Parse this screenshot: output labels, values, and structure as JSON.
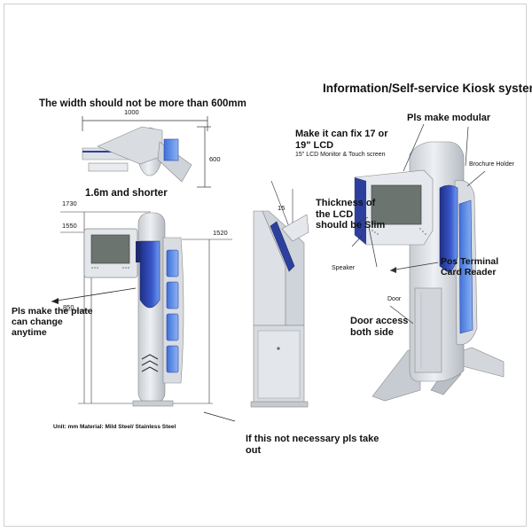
{
  "title": "Information/Self-service Kiosk system",
  "notes": {
    "width": "The width should not be more than 600mm",
    "height": "1.6m and shorter",
    "lcd_line1": "Make it can fix 17 or",
    "lcd_line2": "19\" LCD",
    "lcd_spec": "15\" LCD Monitor & Touch screen",
    "modular": "Pls make modular",
    "brochure": "Brochure Holder",
    "thickness_line1": "Thickness of",
    "thickness_line2": "the LCD",
    "thickness_line3": "should be Slim",
    "speaker": "Speaker",
    "reader_line1": "Pos Terminal",
    "reader_line2": "Card Reader",
    "door": "Door",
    "door_access_line1": "Door access",
    "door_access_line2": "both side",
    "plate_line1": "Pls make the plate",
    "plate_line2": "can change",
    "plate_line3": "anytime",
    "unit": "Unit: mm  Material: Mild Steel/ Stainless Steel",
    "not_necessary_line1": "If this not necessary pls take",
    "not_necessary_line2": "out"
  },
  "dimensions": {
    "d1000": "1000",
    "d600": "600",
    "d1730": "1730",
    "d1550": "1550",
    "d1520": "1520",
    "d850": "850",
    "d15": "15"
  },
  "colors": {
    "panel": "#dfe3e8",
    "panel_dark": "#b9c0c8",
    "blue": "#2d3f9e",
    "blue_light": "#5f8fe6",
    "screen": "#6c7470"
  }
}
